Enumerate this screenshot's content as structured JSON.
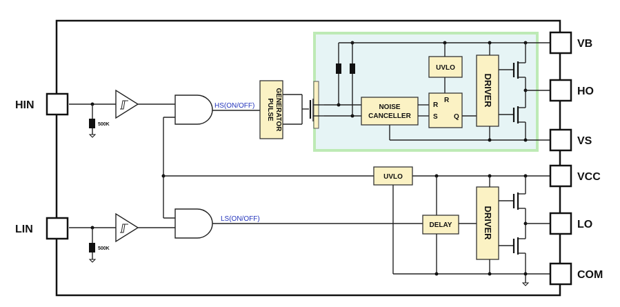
{
  "pins": {
    "hin": "HIN",
    "lin": "LIN",
    "vb": "VB",
    "ho": "HO",
    "vs": "VS",
    "vcc": "VCC",
    "lo": "LO",
    "com": "COM"
  },
  "signals": {
    "hs": "HS(ON/OFF)",
    "ls": "LS(ON/OFF)"
  },
  "blocks": {
    "pulse_generator_1": "PULSE",
    "pulse_generator_2": "GENERATOR",
    "noise_canceller_1": "NOISE",
    "noise_canceller_2": "CANCELLER",
    "uvlo_high": "UVLO",
    "uvlo_low": "UVLO",
    "driver_high": "DRIVER",
    "driver_low": "DRIVER",
    "delay": "DELAY",
    "latch_r1": "R",
    "latch_r2": "R",
    "latch_s": "S",
    "latch_q": "Q"
  },
  "resistors": {
    "hin_pulldown": "500K",
    "lin_pulldown": "500K"
  },
  "colors": {
    "block_fill": "#fbf2c4",
    "high_side_fill": "#e6f4f5",
    "high_side_border": "#bdeab5",
    "signal_label": "#2233bb"
  }
}
